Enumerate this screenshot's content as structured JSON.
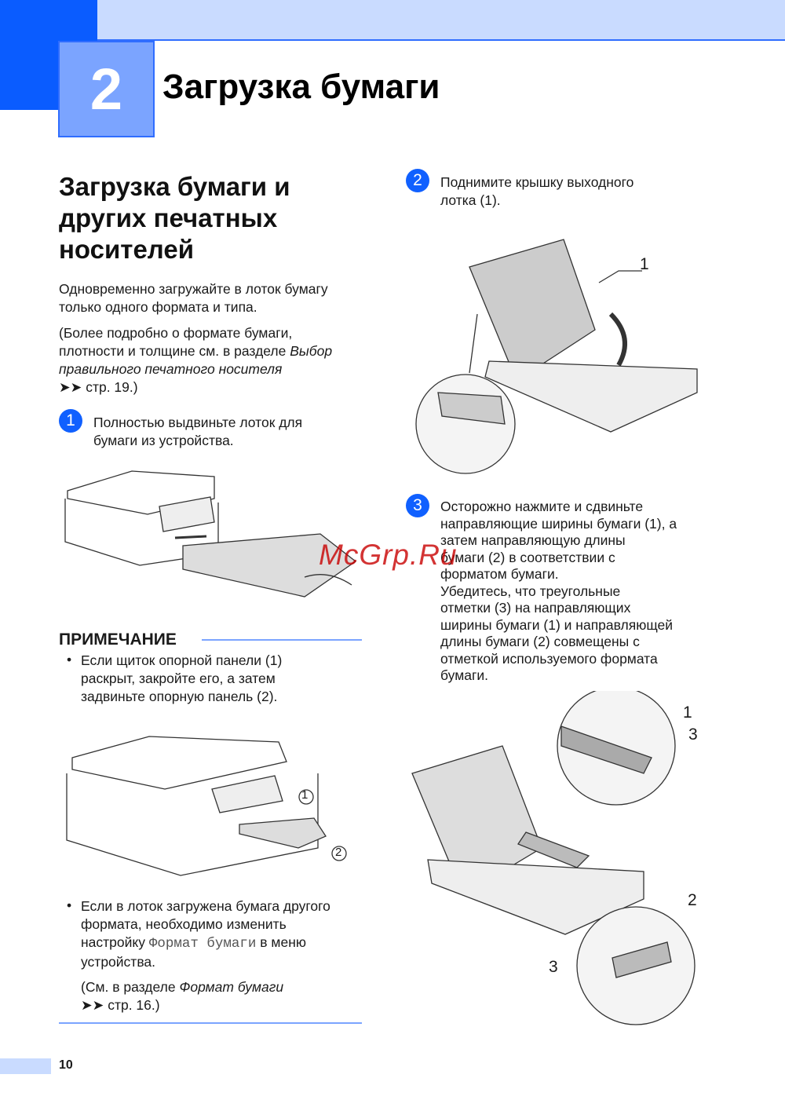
{
  "header": {
    "chapter_number": "2",
    "chapter_title": "Загрузка бумаги"
  },
  "section": {
    "title": "Загрузка бумаги и\nдругих печатных\nносителей",
    "intro": "Одновременно загружайте в лоток бумагу\nтолько одного формата и типа.",
    "ref_prefix": "(Более подробно о формате бумаги,\nплотности и толщине см. в разделе ",
    "ref_italic": "Выбор",
    "ref_italic2": "правильного печатного носителя",
    "ref_page": "стр. 19.)"
  },
  "steps": [
    {
      "number": "1",
      "text": "Полностью выдвиньте лоток для\nбумаги из устройства."
    },
    {
      "number": "2",
      "text": "Поднимите крышку выходного\nлотка (1)."
    },
    {
      "number": "3",
      "text": "Осторожно нажмите и сдвиньте\nнаправляющие ширины бумаги (1), а\nзатем направляющую длины\nбумаги (2) в соответствии с\nформатом бумаги.\nУбедитесь, что треугольные\nотметки (3) на направляющих\nширины бумаги (1) и направляющей\nдлины бумаги (2) совмещены с\nотметкой используемого формата\nбумаги."
    }
  ],
  "note": {
    "heading": "ПРИМЕЧАНИЕ",
    "bullet1": "Если щиток опорной панели (1)\nраскрыт, закройте его, а затем\nзадвиньте опорную панель (2).",
    "bullet2_a": "Если в лоток загружена бумага другого\nформата, необходимо изменить\nнастройку ",
    "bullet2_mono": "Формат бумаги",
    "bullet2_b": " в меню\nустройства.",
    "see_prefix": "(См. в разделе ",
    "see_italic": "Формат бумаги",
    "see_page": "стр. 16.)"
  },
  "figure_labels": {
    "fig2_1": "1",
    "fig3_1": "1",
    "fig3_3a": "3",
    "fig3_2": "2",
    "fig3_3b": "3",
    "note_1": "1",
    "note_2": "2"
  },
  "arrows": "➤➤",
  "page_number": "10",
  "watermark": "McGrp.Ru",
  "colors": {
    "accent": "#0a5cff",
    "light": "#c9dbff",
    "mid": "#7ba4ff"
  }
}
